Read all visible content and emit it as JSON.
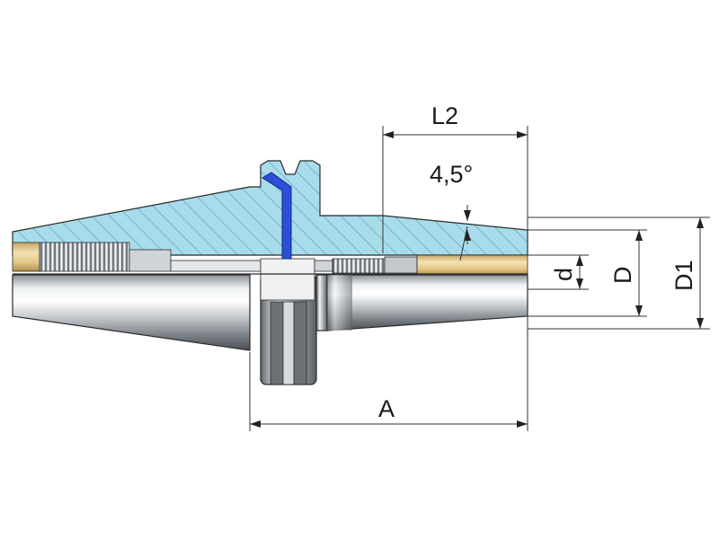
{
  "drawing": {
    "labels": {
      "L2": "L2",
      "angle": "4,5°",
      "d": "d",
      "D": "D",
      "D1": "D1",
      "A": "A"
    }
  },
  "colors": {
    "section": "#a9dcea",
    "hatch": "#3b8fb0",
    "coolant_channel": "#2c4fd6",
    "bore_bronze": "#e7cf94",
    "steel_light": "#eef1f3",
    "steel_dark": "#6d7378"
  }
}
